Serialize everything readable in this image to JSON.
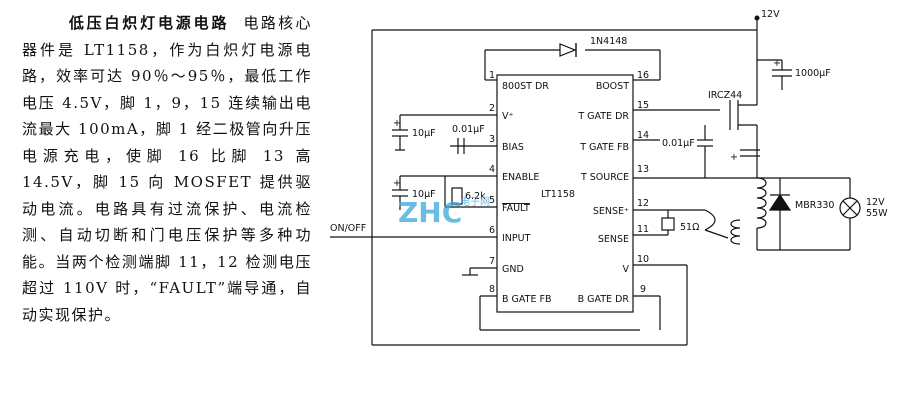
{
  "description": {
    "title": "低压白炽灯电源电路",
    "body": "电路核心器件是 LT1158，作为白炽灯电源电路，效率可达 90％～95％，最低工作电压 4.5V，脚 1，9，15 连续输出电流最大 100mA，脚 1 经二极管向升压电源充电，使脚 16 比脚 13 高 14.5V，脚 15 向 MOSFET 提供驱动电流。电路具有过流保护、电流检测、自动切断和门电压保护等多种功能。当两个检测端脚 11，12 检测电压超过 110V 时，“FAULT”端导通，自动实现保护。"
  },
  "ic": {
    "name": "LT1158",
    "pins_left": [
      {
        "num": "1",
        "label": "800ST DR"
      },
      {
        "num": "2",
        "label": "V⁺"
      },
      {
        "num": "3",
        "label": "BIAS"
      },
      {
        "num": "4",
        "label": "ENABLE"
      },
      {
        "num": "5",
        "label": "FAULT"
      },
      {
        "num": "6",
        "label": "INPUT"
      },
      {
        "num": "7",
        "label": "GND"
      },
      {
        "num": "8",
        "label": "B GATE FB"
      }
    ],
    "pins_right": [
      {
        "num": "16",
        "label": "BOOST"
      },
      {
        "num": "15",
        "label": "T GATE DR"
      },
      {
        "num": "14",
        "label": "T GATE FB"
      },
      {
        "num": "13",
        "label": "T SOURCE"
      },
      {
        "num": "12",
        "label": "SENSE⁺"
      },
      {
        "num": "11",
        "label": "SENSE"
      },
      {
        "num": "10",
        "label": "V"
      },
      {
        "num": "9",
        "label": "B GATE DR"
      }
    ]
  },
  "components": {
    "supply": "12V",
    "diode": "1N4148",
    "cap_bulk": "1000μF",
    "mosfet": "IRCZ44",
    "cap_v_plus": "10μF",
    "cap_bias": "0.01μF",
    "cap_tgate": "0.01μF",
    "cap_enable": "10μF",
    "res_fault": "6.2k",
    "res_sense": "51Ω",
    "schottky": "MBR330",
    "lamp_line1": "12V",
    "lamp_line2": "55W",
    "input_label": "ON/OFF"
  },
  "watermark": {
    "main": "ZHC",
    "sub": "电子网"
  }
}
